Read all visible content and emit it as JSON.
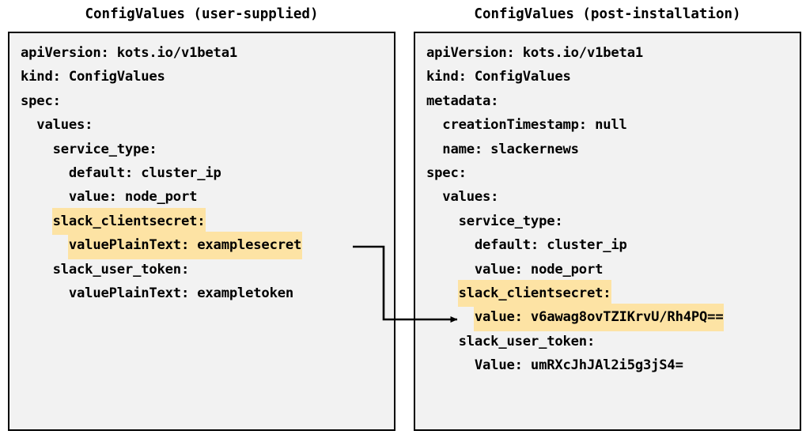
{
  "left_panel": {
    "title": "ConfigValues (user-supplied)",
    "lines": [
      {
        "text": "apiVersion: kots.io/v1beta1",
        "highlight": false
      },
      {
        "text": "kind: ConfigValues",
        "highlight": false
      },
      {
        "text": "spec:",
        "highlight": false
      },
      {
        "text": "  values:",
        "highlight": false
      },
      {
        "text": "    service_type:",
        "highlight": false
      },
      {
        "text": "      default: cluster_ip",
        "highlight": false
      },
      {
        "text": "      value: node_port",
        "highlight": false
      },
      {
        "text": "    slack_clientsecret:",
        "highlight": true
      },
      {
        "text": "      valuePlainText: examplesecret",
        "highlight": true
      },
      {
        "text": "    slack_user_token:",
        "highlight": false
      },
      {
        "text": "      valuePlainText: exampletoken",
        "highlight": false
      }
    ]
  },
  "right_panel": {
    "title": "ConfigValues (post-installation)",
    "lines": [
      {
        "text": "apiVersion: kots.io/v1beta1",
        "highlight": false
      },
      {
        "text": "kind: ConfigValues",
        "highlight": false
      },
      {
        "text": "metadata:",
        "highlight": false
      },
      {
        "text": "  creationTimestamp: null",
        "highlight": false
      },
      {
        "text": "  name: slackernews",
        "highlight": false
      },
      {
        "text": "spec:",
        "highlight": false
      },
      {
        "text": "  values:",
        "highlight": false
      },
      {
        "text": "    service_type:",
        "highlight": false
      },
      {
        "text": "      default: cluster_ip",
        "highlight": false
      },
      {
        "text": "      value: node_port",
        "highlight": false
      },
      {
        "text": "    slack_clientsecret:",
        "highlight": true
      },
      {
        "text": "      value: v6awag8ovTZIKrvU/Rh4PQ==",
        "highlight": true
      },
      {
        "text": "    slack_user_token:",
        "highlight": false
      },
      {
        "text": "      Value: umRXcJhJAl2i5g3jS4=",
        "highlight": false
      }
    ]
  },
  "connector": {
    "label": "encryption-mapping-arrow",
    "from_line": "valuePlainText: examplesecret",
    "to_line": "value: v6awag8ovTZIKrvU/Rh4PQ=="
  },
  "colors": {
    "highlight": "#fde3a4",
    "panel_background": "#f2f2f2",
    "panel_border": "#000000",
    "text": "#000000",
    "page_background": "#ffffff"
  }
}
